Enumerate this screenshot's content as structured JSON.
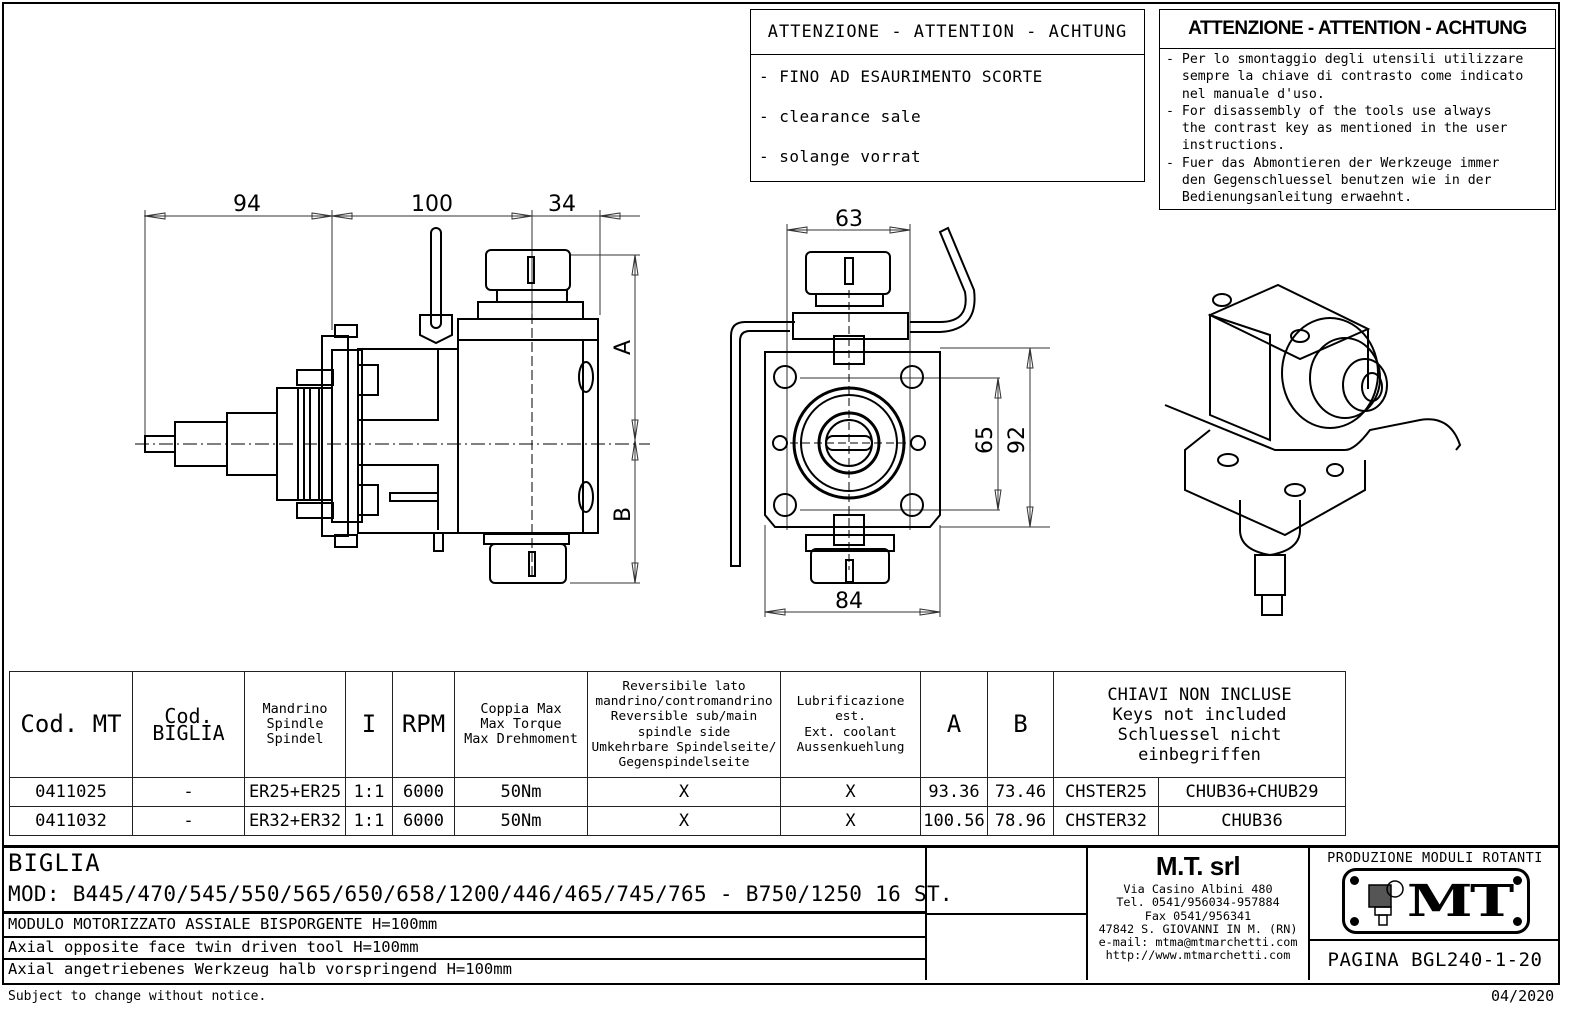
{
  "notice_clearance": {
    "title": "ATTENZIONE - ATTENTION - ACHTUNG",
    "lines": [
      "- FINO AD ESAURIMENTO SCORTE",
      "- clearance sale",
      "- solange vorrat"
    ]
  },
  "notice_disassembly": {
    "title": "ATTENZIONE - ATTENTION - ACHTUNG",
    "lines": [
      "- Per lo smontaggio degli utensili utilizzare",
      "  sempre la chiave di contrasto come indicato",
      "  nel manuale d'uso.",
      "- For disassembly of the tools use always",
      "  the contrast key as mentioned in the user",
      "  instructions.",
      "- Fuer das Abmontieren der Werkzeuge immer",
      "  den Gegenschluessel benutzen wie in der",
      "  Bedienungsanleitung erwaehnt."
    ]
  },
  "side_view": {
    "dims": {
      "length_rear": "94",
      "length_body": "100",
      "offset_front": "34",
      "label_a": "A",
      "label_b": "B"
    }
  },
  "front_view": {
    "dims": {
      "width_top": "63",
      "width_bottom": "84",
      "bolt_spacing": "65",
      "height": "92"
    }
  },
  "spec_table": {
    "headers": {
      "cod_mt": "Cod. MT",
      "cod_biglia": [
        "Cod.",
        "BIGLIA"
      ],
      "spindle": [
        "Mandrino",
        "Spindle",
        "Spindel"
      ],
      "ratio": "I",
      "rpm": "RPM",
      "torque": [
        "Coppia Max",
        "Max Torque",
        "Max Drehmoment"
      ],
      "reversible": [
        "Reversibile lato",
        "mandrino/contromandrino",
        "Reversible sub/main",
        "spindle side",
        "Umkehrbare Spindelseite/",
        "Gegenspindelseite"
      ],
      "coolant": [
        "Lubrificazione est.",
        "Ext. coolant",
        "Aussenkuehlung"
      ],
      "a": "A",
      "b": "B",
      "keys": [
        "CHIAVI NON INCLUSE",
        "Keys not included",
        "Schluessel nicht einbegriffen"
      ]
    },
    "rows": [
      {
        "cod_mt": "0411025",
        "cod_biglia": "-",
        "spindle": "ER25+ER25",
        "ratio": "1:1",
        "rpm": "6000",
        "torque": "50Nm",
        "reversible": "X",
        "coolant": "X",
        "a": "93.36",
        "b": "73.46",
        "key1": "CHSTER25",
        "key2": "CHUB36+CHUB29"
      },
      {
        "cod_mt": "0411032",
        "cod_biglia": "-",
        "spindle": "ER32+ER32",
        "ratio": "1:1",
        "rpm": "6000",
        "torque": "50Nm",
        "reversible": "X",
        "coolant": "X",
        "a": "100.56",
        "b": "78.96",
        "key1": "CHSTER32",
        "key2": "CHUB36"
      }
    ]
  },
  "title_block": {
    "brand": "BIGLIA",
    "models": "MOD: B445/470/545/550/565/650/658/1200/446/465/745/765 - B750/1250 16 ST.",
    "descriptions": [
      "MODULO MOTORIZZATO ASSIALE BISPORGENTE H=100mm",
      "Axial opposite face twin driven tool H=100mm",
      "Axial angetriebenes Werkzeug halb vorspringend H=100mm"
    ],
    "company": {
      "name": "M.T. srl",
      "address": [
        "Via Casino Albini 480",
        "Tel. 0541/956034-957884",
        "Fax 0541/956341",
        "47842 S. GIOVANNI IN M. (RN)",
        "e-mail: mtma@mtmarchetti.com",
        "http://www.mtmarchetti.com"
      ]
    },
    "production_label": "PRODUZIONE MODULI ROTANTI",
    "logo_text": "MT",
    "page": "PAGINA BGL240-1-20"
  },
  "footer": {
    "disclaimer": "Subject to change without notice.",
    "date": "04/2020"
  }
}
